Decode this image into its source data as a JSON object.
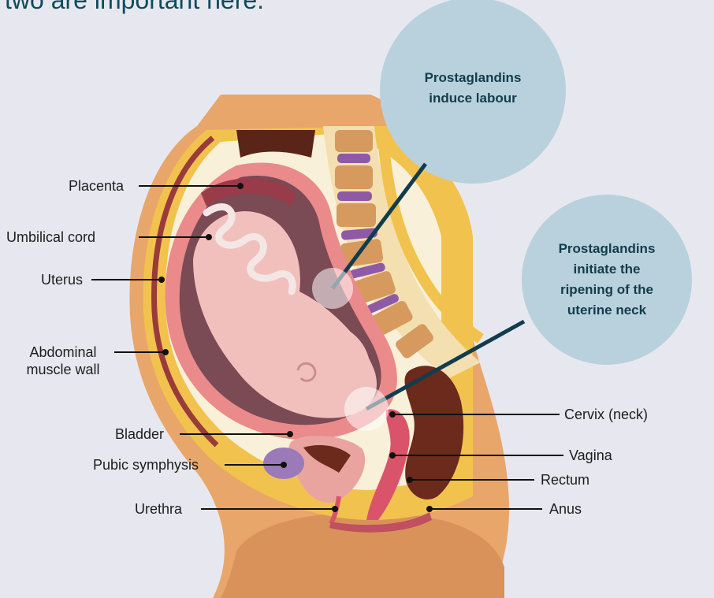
{
  "intro_text": "two are important here.",
  "labels": {
    "placenta": "Placenta",
    "umbilical_cord": "Umbilical cord",
    "uterus": "Uterus",
    "abdominal_1": "Abdominal",
    "abdominal_2": "muscle wall",
    "bladder": "Bladder",
    "pubic_symphysis": "Pubic symphysis",
    "urethra": "Urethra",
    "cervix": "Cervix (neck)",
    "vagina": "Vagina",
    "rectum": "Rectum",
    "anus": "Anus"
  },
  "callouts": {
    "labour_1": "Prostaglandins",
    "labour_2": "induce labour",
    "ripening_1": "Prostaglandins",
    "ripening_2": "initiate the",
    "ripening_3": "ripening of the",
    "ripening_4": "uterine neck"
  },
  "colors": {
    "background": "#e7e8ef",
    "callout_fill": "#b9d1dc",
    "pointer_line": "#123c4d"
  }
}
